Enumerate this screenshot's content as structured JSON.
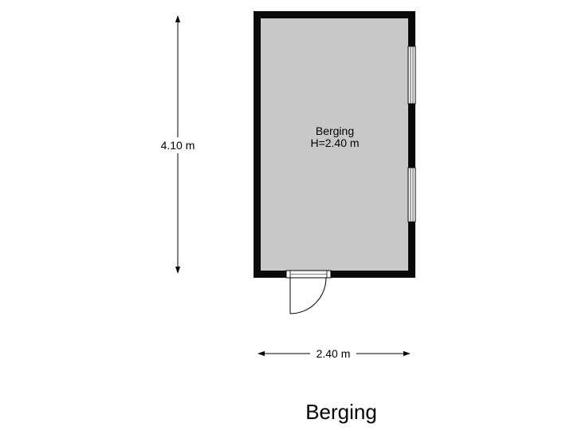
{
  "floor_title": "Berging",
  "room": {
    "name": "Berging",
    "height": "H=2.40 m"
  },
  "dimensions": {
    "vertical": "4.10 m",
    "horizontal": "2.40 m"
  },
  "colors": {
    "wall": "#0a0a0a",
    "floor": "#c8c8c8",
    "line": "#000000",
    "window_frame": "#ffffff"
  }
}
